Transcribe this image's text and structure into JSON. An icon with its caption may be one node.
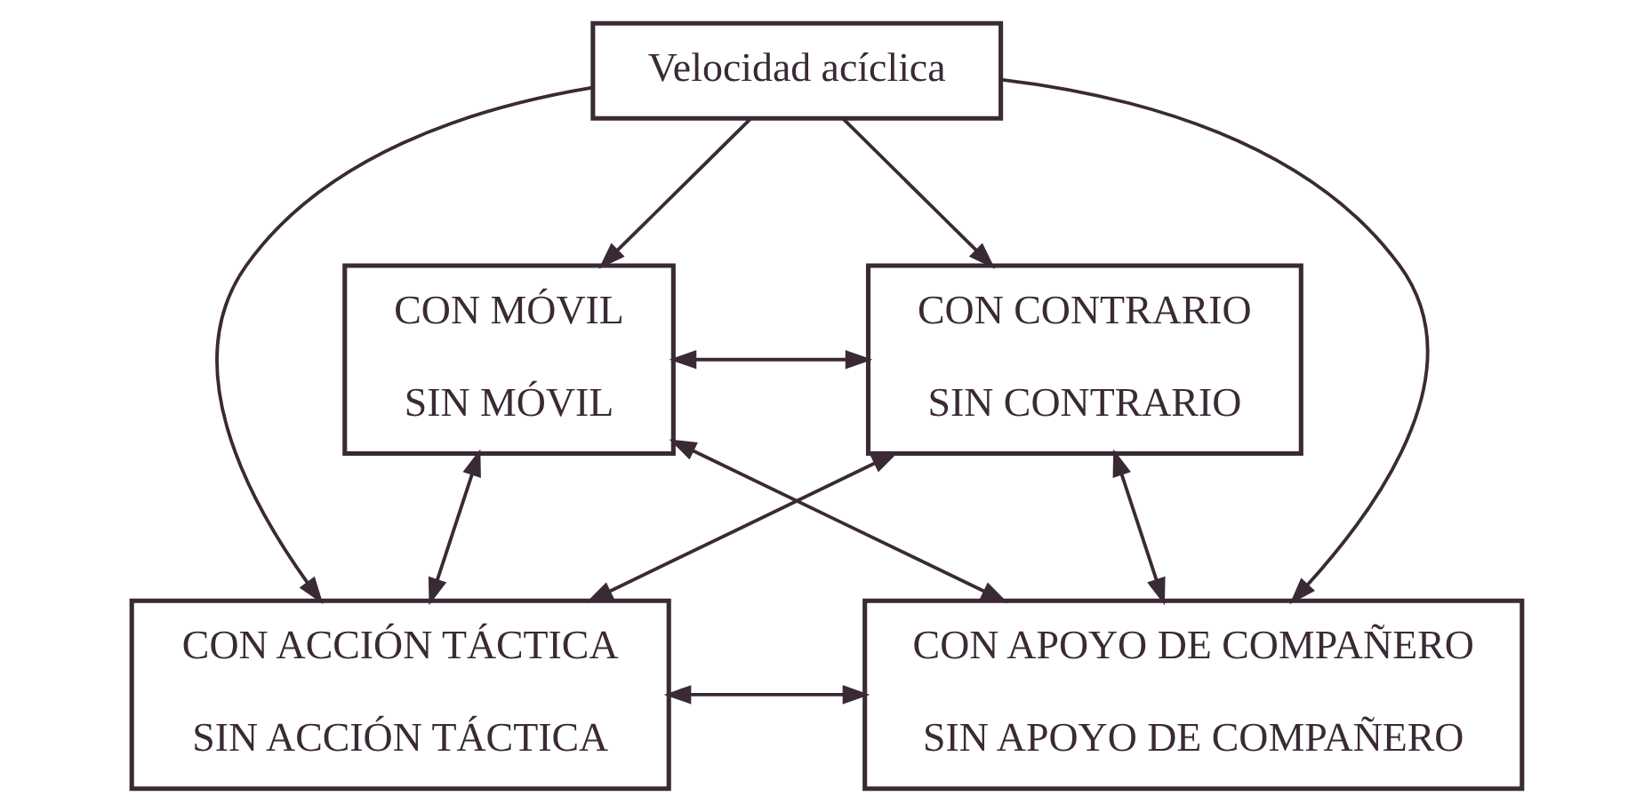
{
  "diagram": {
    "nodes": [
      {
        "text": [
          "Velocidad acíclica"
        ]
      },
      {
        "text": [
          "CON MÓVIL",
          "SIN MÓVIL"
        ]
      },
      {
        "text": [
          "CON CONTRARIO",
          "SIN CONTRARIO"
        ]
      },
      {
        "text": [
          "CON ACCIÓN TÁCTICA",
          "SIN ACCIÓN TÁCTICA"
        ]
      },
      {
        "text": [
          "CON APOYO DE COMPAÑERO",
          "SIN APOYO DE COMPAÑERO"
        ]
      }
    ],
    "edges": [
      {
        "from": 0,
        "to": 1,
        "arrow": "to"
      },
      {
        "from": 0,
        "to": 2,
        "arrow": "to"
      },
      {
        "from": 0,
        "to": 3,
        "arrow": "to"
      },
      {
        "from": 0,
        "to": 4,
        "arrow": "to"
      },
      {
        "from": 1,
        "to": 2,
        "arrow": "both"
      },
      {
        "from": 1,
        "to": 4,
        "arrow": "both"
      },
      {
        "from": 2,
        "to": 3,
        "arrow": "both"
      },
      {
        "from": 1,
        "to": 3,
        "arrow": "both"
      },
      {
        "from": 2,
        "to": 4,
        "arrow": "both"
      },
      {
        "from": 3,
        "to": 4,
        "arrow": "both"
      }
    ]
  }
}
